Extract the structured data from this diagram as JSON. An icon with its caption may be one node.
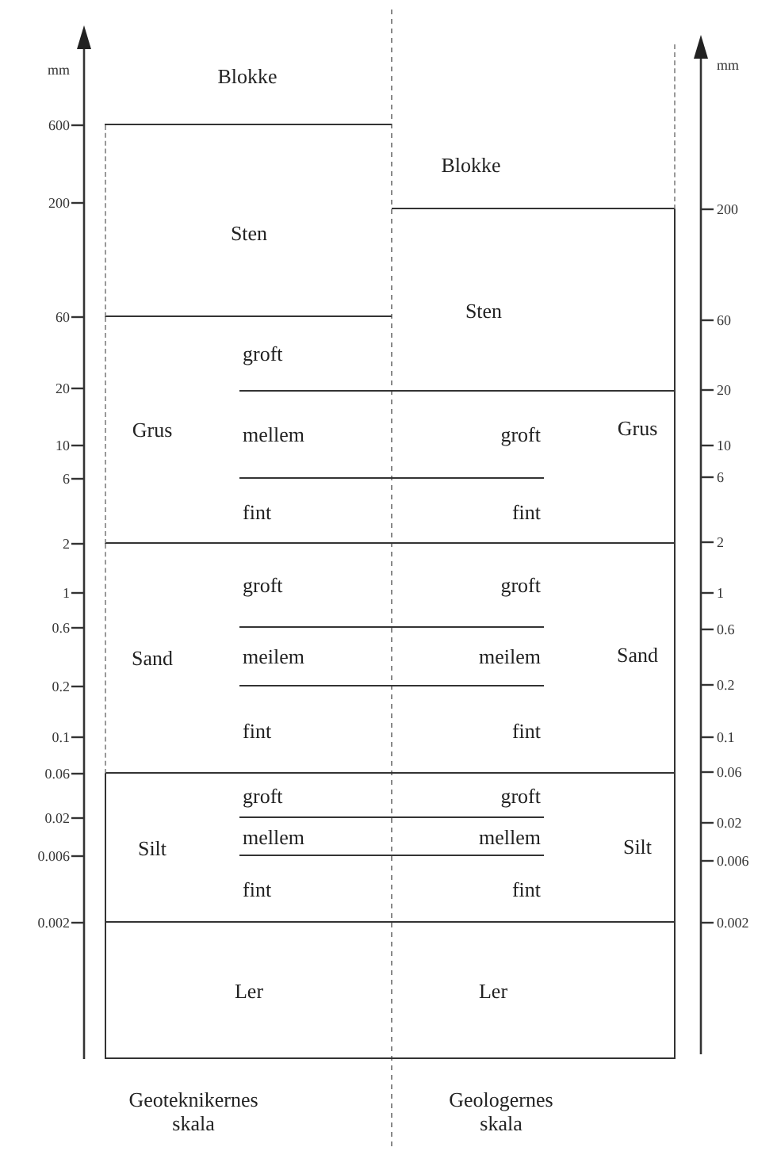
{
  "diagram": {
    "nodes": [
      {
        "text": [
          "Blokke"
        ]
      },
      {
        "text": [
          "Sten"
        ]
      },
      {
        "text": [
          "Grus"
        ]
      },
      {
        "text": [
          "groft"
        ],
        "in": 2
      },
      {
        "text": [
          "mellem"
        ],
        "in": 2
      },
      {
        "text": [
          "fint"
        ],
        "in": 2
      },
      {
        "text": [
          "Sand"
        ]
      },
      {
        "text": [
          "groft"
        ],
        "in": 6
      },
      {
        "text": [
          "meilem"
        ],
        "in": 6
      },
      {
        "text": [
          "fint"
        ],
        "in": 6
      },
      {
        "text": [
          "Silt"
        ]
      },
      {
        "text": [
          "groft"
        ],
        "in": 10
      },
      {
        "text": [
          "mellem"
        ],
        "in": 10
      },
      {
        "text": [
          "fint"
        ],
        "in": 10
      },
      {
        "text": [
          "Ler"
        ]
      },
      {
        "text": [
          "Blokke"
        ]
      },
      {
        "text": [
          "Sten"
        ]
      },
      {
        "text": [
          "Grus"
        ]
      },
      {
        "text": [
          "groft"
        ],
        "in": 17
      },
      {
        "text": [
          "fint"
        ],
        "in": 17
      },
      {
        "text": [
          "Sand"
        ]
      },
      {
        "text": [
          "groft"
        ],
        "in": 20
      },
      {
        "text": [
          "meilem"
        ],
        "in": 20
      },
      {
        "text": [
          "fint"
        ],
        "in": 20
      },
      {
        "text": [
          "Silt"
        ]
      },
      {
        "text": [
          "groft"
        ],
        "in": 24
      },
      {
        "text": [
          "mellem"
        ],
        "in": 24
      },
      {
        "text": [
          "fint"
        ],
        "in": 24
      },
      {
        "text": [
          "Ler"
        ]
      }
    ],
    "labels": [
      "mm",
      "600",
      "200",
      "60",
      "20",
      "10",
      "6",
      "2",
      "1",
      "0.6",
      "0.2",
      "0.1",
      "0.06",
      "0.02",
      "0.006",
      "0.002",
      "mm",
      "200",
      "60",
      "20",
      "10",
      "6",
      "2",
      "1",
      "0.6",
      "0.2",
      "0.1",
      "0.06",
      "0.02",
      "0.006",
      "0.002",
      "Geoteknikernes skala",
      "Geologernes skala"
    ]
  }
}
